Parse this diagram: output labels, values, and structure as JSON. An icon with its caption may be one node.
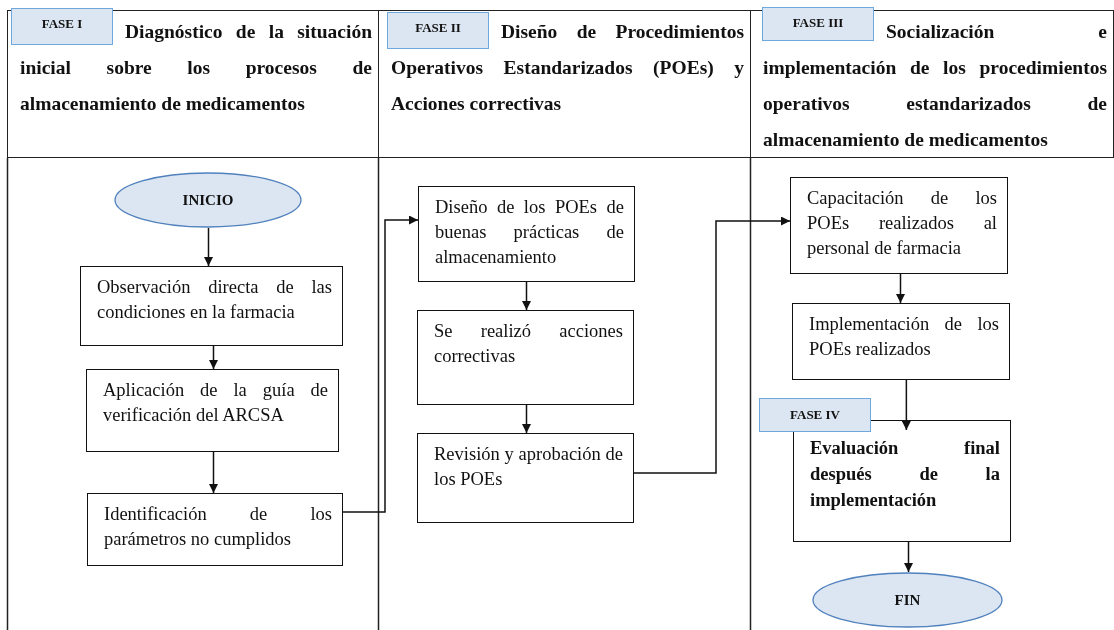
{
  "diagram": {
    "nodes": [
      {
        "text": [
          "Diagnóstico de la situación inicial sobre los procesos de almacenamiento de medicamentos"
        ]
      },
      {
        "text": [
          "FASE I"
        ],
        "in": 0
      },
      {
        "text": [
          "Diseño de Procedimientos Operativos Estandarizados (POEs) y Acciones correctivas"
        ]
      },
      {
        "text": [
          "FASE II"
        ],
        "in": 2
      },
      {
        "text": [
          "Socialización e implementación de los procedimientos operativos estandarizados de almacenamiento de medicamentos"
        ]
      },
      {
        "text": [
          "FASE III"
        ],
        "in": 4
      },
      {
        "text": [
          "INICIO"
        ]
      },
      {
        "text": [
          "Observación directa de las condiciones en la farmacia"
        ]
      },
      {
        "text": [
          "Aplicación de la guía de verificación del ARCSA"
        ]
      },
      {
        "text": [
          "Identificación de los parámetros no cumplidos"
        ]
      },
      {
        "text": [
          "Diseño de los POEs de buenas prácticas de almacenamiento"
        ]
      },
      {
        "text": [
          "Se realizó acciones correctivas"
        ]
      },
      {
        "text": [
          "Revisión y aprobación de los POEs"
        ]
      },
      {
        "text": [
          "Capacitación de los POEs realizados al personal de farmacia"
        ]
      },
      {
        "text": [
          "Implementación de los POEs realizados"
        ]
      },
      {
        "text": [
          "FASE IV"
        ]
      },
      {
        "text": [
          "Evaluación final después de la implementación"
        ]
      },
      {
        "text": [
          "FIN"
        ]
      }
    ],
    "edges": [
      {
        "from": 6,
        "to": 7,
        "arrow": "to"
      },
      {
        "from": 7,
        "to": 8,
        "arrow": "to"
      },
      {
        "from": 8,
        "to": 9,
        "arrow": "to"
      },
      {
        "from": 9,
        "to": 10,
        "arrow": "to"
      },
      {
        "from": 10,
        "to": 11,
        "arrow": "to"
      },
      {
        "from": 11,
        "to": 12,
        "arrow": "to"
      },
      {
        "from": 12,
        "to": 13,
        "arrow": "to"
      },
      {
        "from": 13,
        "to": 14,
        "arrow": "to"
      },
      {
        "from": 14,
        "to": 16,
        "arrow": "to"
      },
      {
        "from": 16,
        "to": 17,
        "arrow": "to"
      }
    ]
  }
}
